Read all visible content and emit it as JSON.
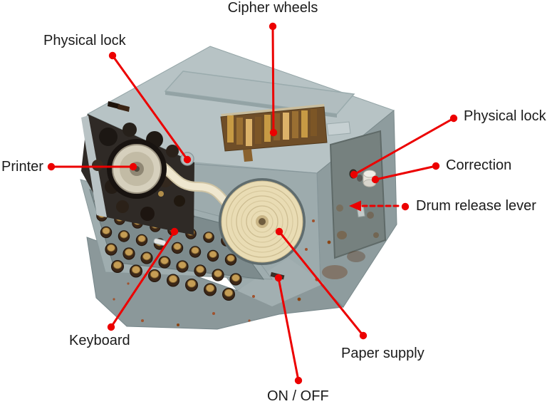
{
  "style": {
    "accent_color": "#ec0000",
    "label_text_color": "#1b1b1b",
    "background_color": "#ffffff",
    "machine_body_color": "#b7c3c5",
    "paper_color": "#e9dcb4"
  },
  "annotations": [
    {
      "id": "cipher-wheels",
      "label": "Cipher wheels",
      "connector": "solid-line"
    },
    {
      "id": "physical-lock-top",
      "label": "Physical lock",
      "connector": "solid-line"
    },
    {
      "id": "printer",
      "label": "Printer",
      "connector": "solid-line"
    },
    {
      "id": "physical-lock-right",
      "label": "Physical lock",
      "connector": "solid-line"
    },
    {
      "id": "correction",
      "label": "Correction",
      "connector": "solid-line"
    },
    {
      "id": "drum-release-lever",
      "label": "Drum release lever",
      "connector": "dashed-arrow"
    },
    {
      "id": "keyboard",
      "label": "Keyboard",
      "connector": "solid-line"
    },
    {
      "id": "paper-supply",
      "label": "Paper supply",
      "connector": "solid-line"
    },
    {
      "id": "on-off",
      "label": "ON / OFF",
      "connector": "solid-line"
    }
  ]
}
